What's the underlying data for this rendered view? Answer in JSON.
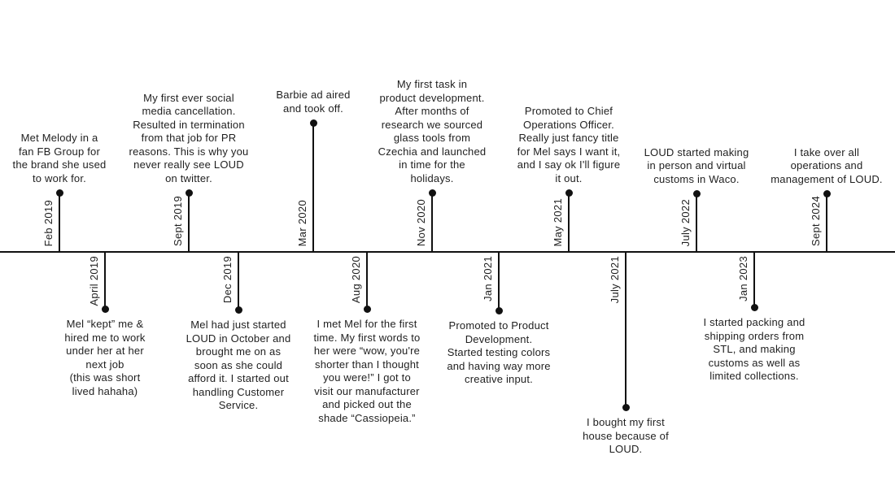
{
  "colors": {
    "background": "#ffffff",
    "line": "#111111",
    "text": "#1f1f1f"
  },
  "timeline": {
    "events": [
      {
        "date": "Feb 2019",
        "side": "above",
        "text": "Met Melody in a\nfan FB Group for\nthe brand she used\nto work for."
      },
      {
        "date": "April 2019",
        "side": "below",
        "text": "Mel “kept” me &\nhired me to work\nunder her at her\nnext job\n(this was short\nlived hahaha)"
      },
      {
        "date": "Sept 2019",
        "side": "above",
        "text": "My first ever social\nmedia cancellation.\nResulted in termination\nfrom that job for PR\nreasons. This is why you\nnever really see LOUD\non twitter."
      },
      {
        "date": "Dec 2019",
        "side": "below",
        "text": "Mel had just started\nLOUD in October and\nbrought me on as\nsoon as she could\nafford it. I started out\nhandling Customer\nService."
      },
      {
        "date": "Mar 2020",
        "side": "above",
        "text": "Barbie ad aired\nand took off."
      },
      {
        "date": "Aug 2020",
        "side": "below",
        "text": "I met Mel for the first\ntime. My first words to\nher were “wow, you're\nshorter than I thought\nyou were!” I got to\nvisit our manufacturer\nand picked out the\nshade “Cassiopeia.”"
      },
      {
        "date": "Nov 2020",
        "side": "above",
        "text": "My first task in\nproduct development.\nAfter months of\nresearch we sourced\nglass tools from\nCzechia and launched\nin time for the\nholidays."
      },
      {
        "date": "Jan 2021",
        "side": "below",
        "text": "Promoted to Product\nDevelopment.\nStarted testing colors\nand having way more\ncreative input."
      },
      {
        "date": "May 2021",
        "side": "above",
        "text": "Promoted to Chief\nOperations Officer.\nReally just fancy title\nfor Mel says I want it,\nand I say ok I'll figure\nit out."
      },
      {
        "date": "July 2021",
        "side": "below",
        "text": "I bought my first\nhouse because of\nLOUD."
      },
      {
        "date": "July 2022",
        "side": "above",
        "text": "LOUD started making\nin person and virtual\ncustoms in Waco."
      },
      {
        "date": "Jan 2023",
        "side": "below",
        "text": "I started packing and\nshipping orders from\nSTL, and making\ncustoms as well as\nlimited collections."
      },
      {
        "date": "Sept 2024",
        "side": "above",
        "text": "I take over all\noperations and\nmanagement of LOUD."
      }
    ]
  }
}
